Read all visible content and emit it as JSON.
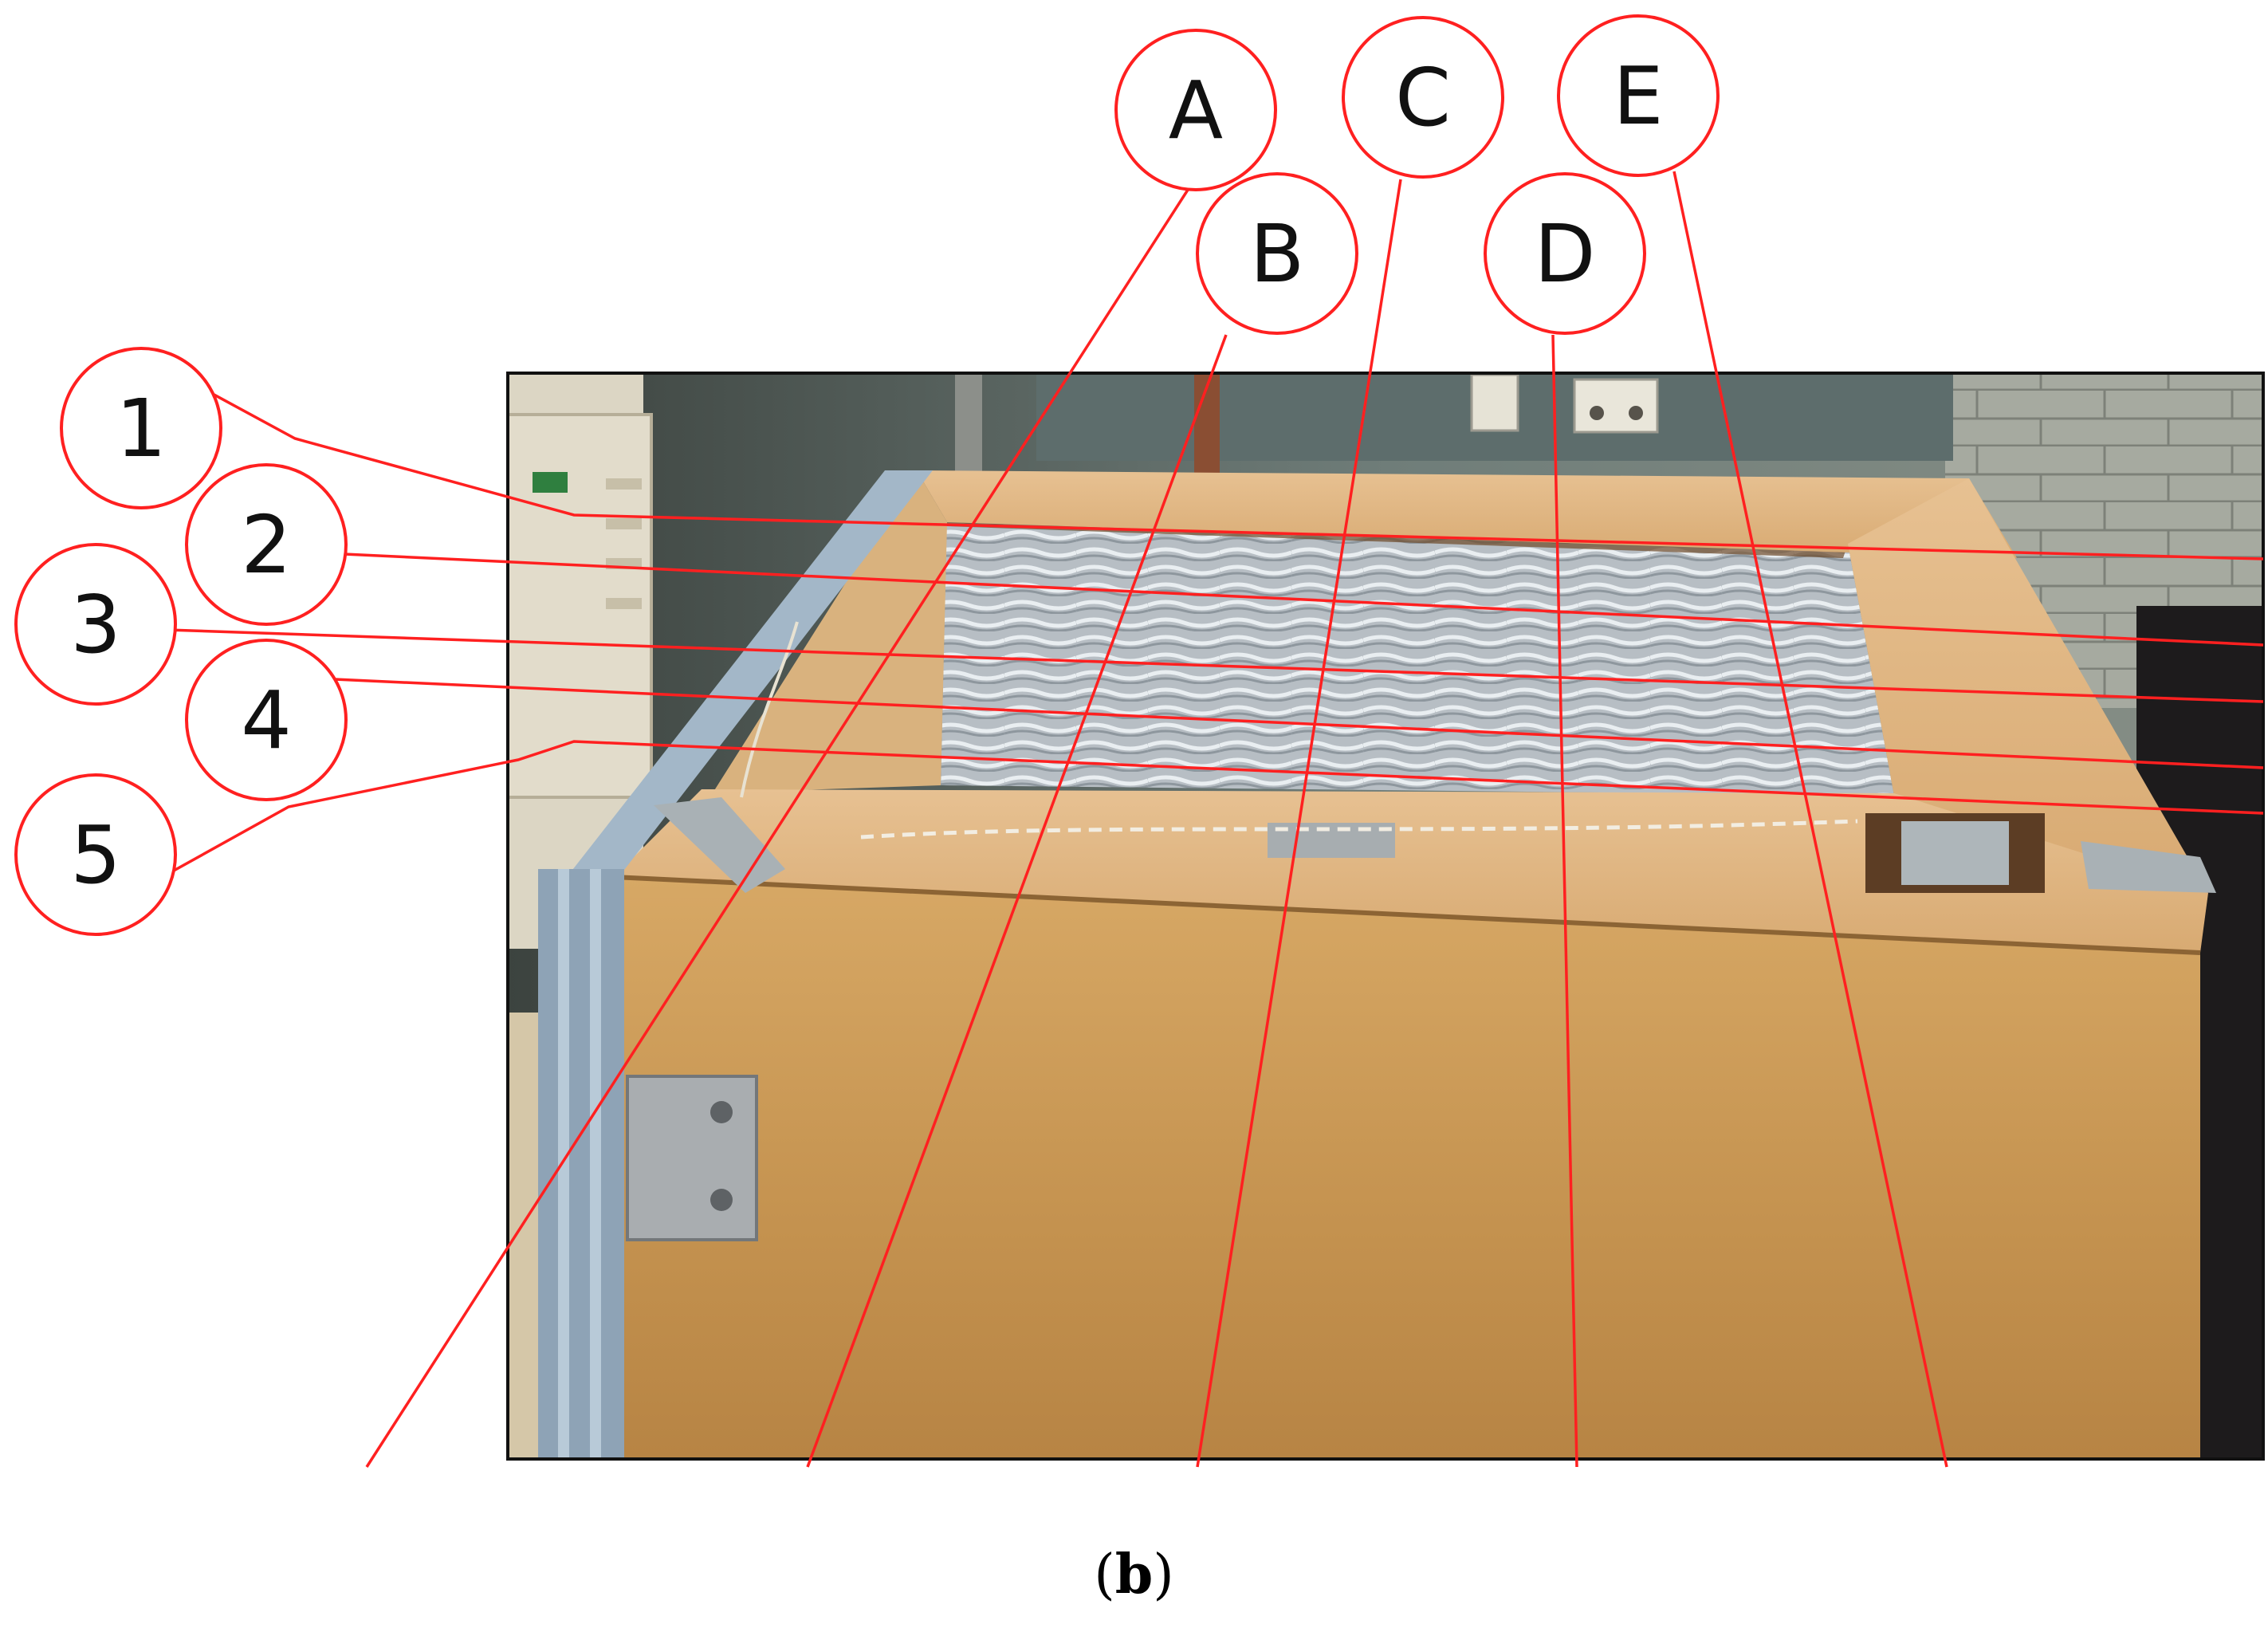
{
  "markers": {
    "columns": [
      {
        "id": "col-a",
        "label": "A"
      },
      {
        "id": "col-b",
        "label": "B"
      },
      {
        "id": "col-c",
        "label": "C"
      },
      {
        "id": "col-d",
        "label": "D"
      },
      {
        "id": "col-e",
        "label": "E"
      }
    ],
    "rows": [
      {
        "id": "row-1",
        "label": "1"
      },
      {
        "id": "row-2",
        "label": "2"
      },
      {
        "id": "row-3",
        "label": "3"
      },
      {
        "id": "row-4",
        "label": "4"
      },
      {
        "id": "row-5",
        "label": "5"
      }
    ]
  },
  "caption": {
    "open": "(",
    "letter": "b",
    "close": ")"
  },
  "colors": {
    "marker": "#ff2a2a",
    "cardboard": "#c99a5a",
    "insulation": "#b9c0c6",
    "aluminium_frame": "#8fa4b8",
    "background_wall": "#6b7a78"
  }
}
